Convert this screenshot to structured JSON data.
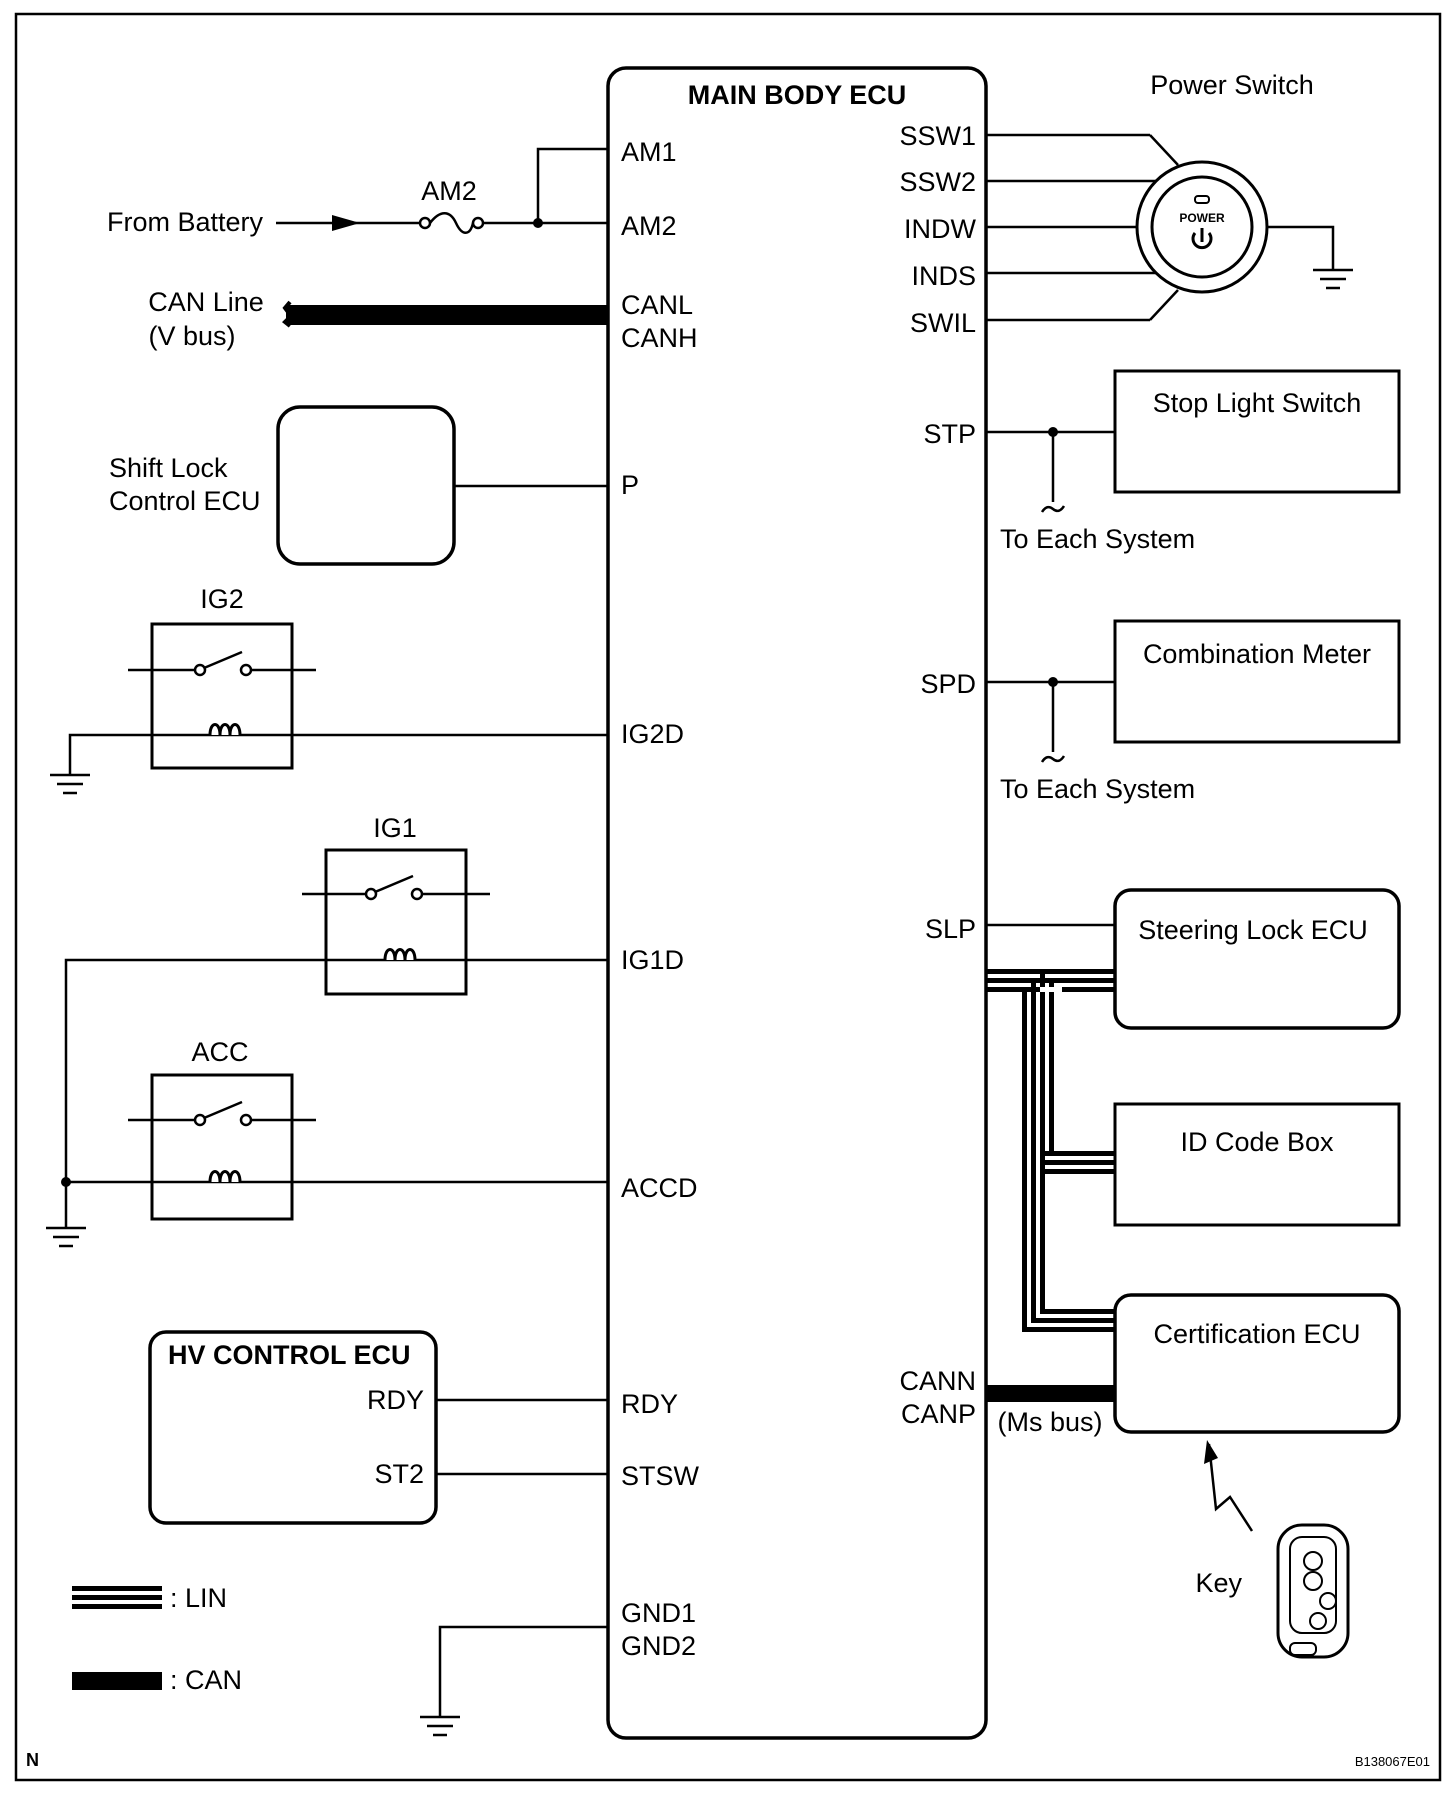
{
  "main_ecu": {
    "title": "MAIN BODY ECU",
    "left_pins": {
      "am1": "AM1",
      "am2": "AM2",
      "canl": "CANL",
      "canh": "CANH",
      "p": "P",
      "ig2d": "IG2D",
      "ig1d": "IG1D",
      "accd": "ACCD",
      "rdy": "RDY",
      "stsw": "STSW",
      "gnd1": "GND1",
      "gnd2": "GND2"
    },
    "right_pins": {
      "ssw1": "SSW1",
      "ssw2": "SSW2",
      "indw": "INDW",
      "inds": "INDS",
      "swil": "SWIL",
      "stp": "STP",
      "spd": "SPD",
      "slp": "SLP",
      "cann": "CANN",
      "canp": "CANP"
    }
  },
  "left_side": {
    "from_battery": "From Battery",
    "fuse_label": "AM2",
    "can_line": "CAN Line",
    "v_bus": "(V bus)",
    "shift_lock_1": "Shift Lock",
    "shift_lock_2": "Control ECU",
    "ig2": "IG2",
    "ig1": "IG1",
    "acc": "ACC",
    "hv_ecu": {
      "title": "HV CONTROL ECU",
      "rdy": "RDY",
      "st2": "ST2"
    }
  },
  "right_side": {
    "power_switch": "Power Switch",
    "power_button_text": "POWER",
    "stop_light_switch": "Stop Light Switch",
    "to_each_system_1": "To Each System",
    "combination_meter": "Combination Meter",
    "to_each_system_2": "To Each System",
    "steering_lock_ecu": "Steering Lock ECU",
    "id_code_box": "ID Code Box",
    "certification_ecu": "Certification ECU",
    "ms_bus": "(Ms bus)",
    "key": "Key"
  },
  "legend": {
    "lin": ": LIN",
    "can": ": CAN"
  },
  "footer": {
    "left": "N",
    "right": "B138067E01"
  }
}
